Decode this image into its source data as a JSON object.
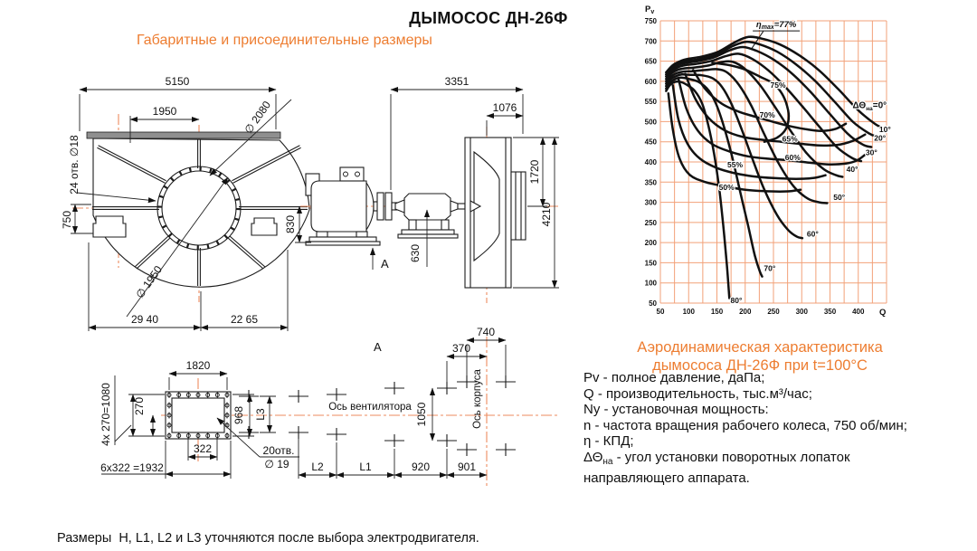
{
  "page": {
    "accent": "#ED7D31",
    "title": "ДЫМОСОС ДН-26Ф",
    "subtitle": "Габаритные и присоединительные размеры",
    "footnote": "Размеры  H, L1, L2 и L3 уточняются после выбора электродвигателя."
  },
  "front_view": {
    "dim_total_width": "5150",
    "dim_inlet_span": "1950",
    "holes_note": "24 отв. ∅18",
    "dia_bolt_circle": "∅ 2080",
    "dia_inlet": "∅ 1950",
    "dim_foot_height": "750",
    "dim_bottom_left": "29 40",
    "dim_bottom_right": "22 65"
  },
  "side_view": {
    "dim_length": "3351",
    "dim_inlet_depth": "1076",
    "dim_flange_height": "1720",
    "dim_total_height": "4210",
    "dim_axis_height": "830",
    "dim_bearing_height": "630",
    "view_label": "А"
  },
  "view_a": {
    "view_label": "А",
    "dim_width": "1820",
    "dim_vert_pattern": "4x 270=1080",
    "dim_row": "270",
    "dim_col": "322",
    "dim_total": "6x322 =1932",
    "dim_height": "968",
    "holes_line1": "20отв.",
    "holes_line2": "∅ 19",
    "dim_l3": "L3",
    "dim_l2": "L2",
    "dim_l1": "L1",
    "dim_920": "920",
    "dim_901": "901",
    "dim_370": "370",
    "dim_740": "740",
    "dim_1050": "1050",
    "axis_fan": "Ось вентилятора",
    "axis_housing": "Ось корпуса"
  },
  "chart_caption": {
    "line1": "Аэродинамическая характеристика",
    "line2": "дымососа ДН-26Ф при t=100°C"
  },
  "legend": {
    "items": [
      "Pv - полное давление, даПа;",
      "Q - производительность, тыс.м³/час;",
      "Ny - установочная мощность:",
      "n - частота вращения рабочего колеса, 750 об/мин;",
      "η - КПД;"
    ],
    "delta_pre": "ΔΘ",
    "delta_sub": "на",
    "delta_post": " - угол установки поворотных лопаток",
    "delta_line2": "направляющего аппарата."
  },
  "chart_data": {
    "type": "line",
    "title": "Аэродинамическая характеристика дымососа ДН-26Ф при t=100°C",
    "xlabel": "Q",
    "ylabel": "Pv",
    "x_unit": "тыс.м³/час",
    "y_unit": "даПа",
    "xlim": [
      50,
      450
    ],
    "ylim": [
      50,
      750
    ],
    "x_ticks": [
      50,
      100,
      150,
      200,
      250,
      300,
      350,
      400
    ],
    "y_ticks": [
      50,
      100,
      150,
      200,
      250,
      300,
      350,
      400,
      450,
      500,
      550,
      600,
      650,
      700,
      750
    ],
    "x_grid_step": 25,
    "y_grid_step": 50,
    "grid_on": true,
    "grid_color": "#F2A178",
    "curve_color": "#111111",
    "annotation": {
      "pre": "η",
      "sub": "max",
      "post": "=77%",
      "q": 255,
      "pv": 734,
      "leader": [
        [
          232,
          724
        ],
        [
          210,
          678
        ]
      ],
      "underline": true
    },
    "delta_label": {
      "pre": "ΔΘ",
      "sub": "на",
      "post": "=0°",
      "q": 390,
      "pv": 533
    },
    "series": [
      {
        "name": "ΔΘна=0°",
        "points": [
          [
            60,
            622
          ],
          [
            72,
            640
          ],
          [
            85,
            650
          ],
          [
            100,
            656
          ],
          [
            122,
            661
          ],
          [
            152,
            673
          ],
          [
            182,
            697
          ],
          [
            206,
            710
          ],
          [
            232,
            705
          ],
          [
            262,
            691
          ],
          [
            296,
            664
          ],
          [
            330,
            628
          ],
          [
            365,
            580
          ],
          [
            400,
            528
          ],
          [
            430,
            494
          ],
          [
            450,
            480
          ]
        ]
      },
      {
        "name": "ΔΘна=10°",
        "label": {
          "text": "10°",
          "q": 437,
          "pv": 481,
          "anchor": "start"
        },
        "points": [
          [
            60,
            617
          ],
          [
            71,
            636
          ],
          [
            83,
            646
          ],
          [
            98,
            651
          ],
          [
            119,
            655
          ],
          [
            149,
            666
          ],
          [
            179,
            688
          ],
          [
            202,
            698
          ],
          [
            227,
            691
          ],
          [
            257,
            673
          ],
          [
            289,
            643
          ],
          [
            323,
            602
          ],
          [
            357,
            551
          ],
          [
            391,
            499
          ],
          [
            419,
            471
          ],
          [
            434,
            462
          ]
        ]
      },
      {
        "name": "ΔΘна=20°",
        "label": {
          "text": "20°",
          "q": 428,
          "pv": 459,
          "anchor": "start"
        },
        "points": [
          [
            60,
            612
          ],
          [
            70,
            631
          ],
          [
            82,
            641
          ],
          [
            96,
            646
          ],
          [
            116,
            650
          ],
          [
            144,
            659
          ],
          [
            173,
            677
          ],
          [
            196,
            685
          ],
          [
            221,
            675
          ],
          [
            251,
            653
          ],
          [
            283,
            619
          ],
          [
            316,
            573
          ],
          [
            349,
            520
          ],
          [
            382,
            469
          ],
          [
            408,
            443
          ],
          [
            423,
            437
          ]
        ]
      },
      {
        "name": "ΔΘна=30°",
        "label": {
          "text": "30°",
          "q": 413,
          "pv": 424,
          "anchor": "start"
        },
        "points": [
          [
            60,
            606
          ],
          [
            70,
            625
          ],
          [
            81,
            635
          ],
          [
            94,
            640
          ],
          [
            113,
            643
          ],
          [
            139,
            650
          ],
          [
            167,
            663
          ],
          [
            189,
            668
          ],
          [
            213,
            655
          ],
          [
            241,
            627
          ],
          [
            271,
            586
          ],
          [
            301,
            538
          ],
          [
            332,
            486
          ],
          [
            362,
            437
          ],
          [
            390,
            409
          ],
          [
            405,
            402
          ]
        ]
      },
      {
        "name": "ΔΘна=40°",
        "label": {
          "text": "40°",
          "q": 379,
          "pv": 382,
          "anchor": "start"
        },
        "points": [
          [
            60,
            600
          ],
          [
            69,
            619
          ],
          [
            80,
            628
          ],
          [
            92,
            632
          ],
          [
            109,
            634
          ],
          [
            134,
            639
          ],
          [
            159,
            648
          ],
          [
            179,
            648
          ],
          [
            201,
            629
          ],
          [
            226,
            591
          ],
          [
            251,
            540
          ],
          [
            279,
            480
          ],
          [
            309,
            421
          ],
          [
            339,
            382
          ],
          [
            361,
            367
          ],
          [
            372,
            363
          ]
        ]
      },
      {
        "name": "ΔΘна=50°",
        "label": {
          "text": "50°",
          "q": 356,
          "pv": 312,
          "anchor": "start"
        },
        "points": [
          [
            60,
            594
          ],
          [
            69,
            612
          ],
          [
            79,
            620
          ],
          [
            90,
            624
          ],
          [
            106,
            625
          ],
          [
            129,
            628
          ],
          [
            151,
            630
          ],
          [
            169,
            621
          ],
          [
            189,
            591
          ],
          [
            211,
            539
          ],
          [
            233,
            471
          ],
          [
            259,
            397
          ],
          [
            286,
            339
          ],
          [
            311,
            309
          ],
          [
            331,
            300
          ],
          [
            345,
            298
          ]
        ]
      },
      {
        "name": "ΔΘна=60°",
        "label": {
          "text": "60°",
          "q": 309,
          "pv": 222,
          "anchor": "start"
        },
        "points": [
          [
            60,
            588
          ],
          [
            68,
            605
          ],
          [
            78,
            613
          ],
          [
            88,
            617
          ],
          [
            103,
            616
          ],
          [
            123,
            615
          ],
          [
            143,
            607
          ],
          [
            159,
            586
          ],
          [
            176,
            543
          ],
          [
            194,
            480
          ],
          [
            213,
            407
          ],
          [
            233,
            334
          ],
          [
            256,
            269
          ],
          [
            276,
            231
          ],
          [
            291,
            215
          ],
          [
            301,
            211
          ]
        ]
      },
      {
        "name": "ΔΘна=70°",
        "label": {
          "text": "70°",
          "q": 233,
          "pv": 136,
          "anchor": "start"
        },
        "points": [
          [
            60,
            582
          ],
          [
            68,
            598
          ],
          [
            77,
            606
          ],
          [
            86,
            609
          ],
          [
            100,
            606
          ],
          [
            118,
            598
          ],
          [
            135,
            578
          ],
          [
            149,
            542
          ],
          [
            163,
            485
          ],
          [
            177,
            412
          ],
          [
            191,
            327
          ],
          [
            205,
            243
          ],
          [
            217,
            168
          ],
          [
            226,
            128
          ],
          [
            230,
            116
          ]
        ]
      },
      {
        "name": "ΔΘна=80°",
        "label": {
          "text": "80°",
          "q": 174,
          "pv": 57,
          "anchor": "start"
        },
        "points": [
          [
            60,
            576
          ],
          [
            67,
            591
          ],
          [
            75,
            598
          ],
          [
            84,
            599
          ],
          [
            96,
            592
          ],
          [
            111,
            576
          ],
          [
            124,
            544
          ],
          [
            135,
            490
          ],
          [
            145,
            420
          ],
          [
            154,
            335
          ],
          [
            161,
            245
          ],
          [
            167,
            155
          ],
          [
            171,
            82
          ],
          [
            172,
            62
          ]
        ]
      },
      {
        "name": "η=50%",
        "label": {
          "text": "50%",
          "q": 167,
          "pv": 337,
          "anchor": "middle"
        },
        "points": [
          [
            64,
            570
          ],
          [
            72,
            480
          ],
          [
            84,
            408
          ],
          [
            102,
            368
          ],
          [
            130,
            350
          ],
          [
            163,
            340
          ],
          [
            200,
            331
          ],
          [
            245,
            327
          ],
          [
            275,
            327
          ],
          [
            298,
            331
          ]
        ]
      },
      {
        "name": "η=55%",
        "label": {
          "text": "55%",
          "q": 182,
          "pv": 393,
          "anchor": "middle"
        },
        "points": [
          [
            72,
            590
          ],
          [
            82,
            505
          ],
          [
            98,
            445
          ],
          [
            120,
            408
          ],
          [
            150,
            385
          ],
          [
            182,
            372
          ],
          [
            215,
            364
          ],
          [
            250,
            360
          ],
          [
            290,
            358
          ],
          [
            320,
            360
          ],
          [
            342,
            367
          ]
        ]
      },
      {
        "name": "η=60%",
        "label": {
          "text": "60%",
          "q": 284,
          "pv": 411,
          "anchor": "middle"
        },
        "points": [
          [
            82,
            606
          ],
          [
            96,
            532
          ],
          [
            116,
            478
          ],
          [
            142,
            444
          ],
          [
            172,
            426
          ],
          [
            205,
            414
          ],
          [
            240,
            408
          ],
          [
            278,
            404
          ],
          [
            315,
            398
          ],
          [
            348,
            394
          ],
          [
            378,
            396
          ],
          [
            398,
            404
          ],
          [
            412,
            418
          ]
        ]
      },
      {
        "name": "η=65%",
        "label": {
          "text": "65%",
          "q": 279,
          "pv": 457,
          "anchor": "middle"
        },
        "points": [
          [
            94,
            618
          ],
          [
            112,
            556
          ],
          [
            136,
            508
          ],
          [
            164,
            478
          ],
          [
            196,
            462
          ],
          [
            230,
            455
          ],
          [
            264,
            450
          ],
          [
            298,
            445
          ],
          [
            332,
            441
          ],
          [
            362,
            442
          ],
          [
            390,
            452
          ],
          [
            412,
            468
          ]
        ]
      },
      {
        "name": "η=70%",
        "label": {
          "text": "70%",
          "q": 239,
          "pv": 517,
          "anchor": "middle"
        },
        "points": [
          [
            108,
            628
          ],
          [
            130,
            580
          ],
          [
            158,
            545
          ],
          [
            188,
            525
          ],
          [
            218,
            512
          ],
          [
            248,
            500
          ],
          [
            278,
            489
          ],
          [
            308,
            481
          ],
          [
            335,
            477
          ],
          [
            360,
            482
          ],
          [
            378,
            495
          ]
        ]
      },
      {
        "name": "η=75%",
        "label": {
          "text": "75%",
          "q": 258,
          "pv": 591,
          "anchor": "middle"
        },
        "points": [
          [
            142,
            646
          ],
          [
            172,
            640
          ],
          [
            200,
            629
          ],
          [
            228,
            610
          ],
          [
            248,
            596
          ],
          [
            262,
            576
          ],
          [
            272,
            548
          ],
          [
            277,
            514
          ],
          [
            272,
            482
          ],
          [
            256,
            460
          ],
          [
            234,
            450
          ]
        ]
      }
    ]
  }
}
